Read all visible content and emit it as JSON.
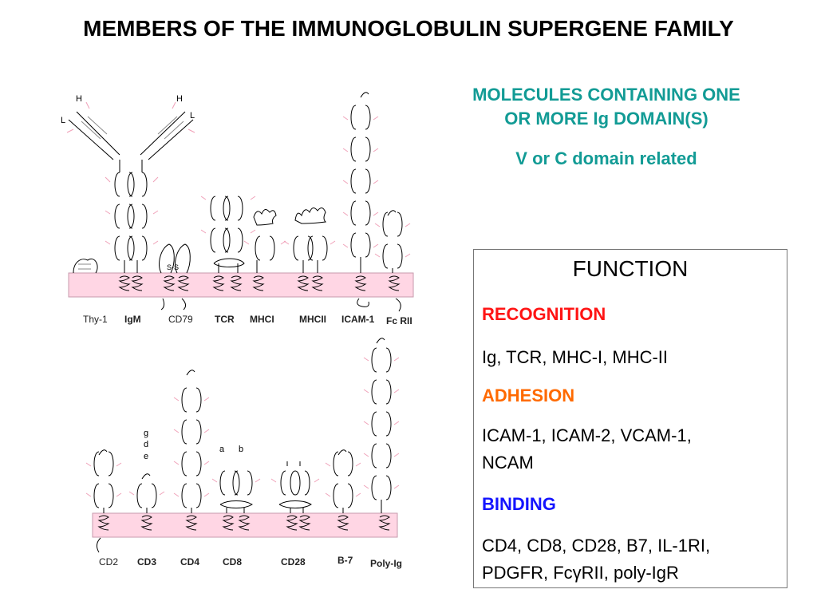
{
  "title": "MEMBERS OF THE IMMUNOGLOBULIN SUPERGENE FAMILY",
  "subtitle": {
    "line1": "MOLECULES CONTAINING ONE",
    "line2": "OR MORE Ig DOMAIN(S)",
    "line3": "V or C domain related"
  },
  "function_box": {
    "heading": "FUNCTION",
    "recognition_label": "RECOGNITION",
    "recognition_items": "Ig, TCR, MHC-I, MHC-II",
    "adhesion_label": "ADHESION",
    "adhesion_items_1": "ICAM-1, ICAM-2, VCAM-1,",
    "adhesion_items_2": "NCAM",
    "binding_label": "BINDING",
    "binding_items_1": "CD4, CD8, CD28, B7, IL-1RI,",
    "binding_items_2": "PDGFR, FcγRII, poly-IgR"
  },
  "top_row_labels": {
    "thy1": "Thy-1",
    "igm": "IgM",
    "cd79": "CD79",
    "tcr": "TCR",
    "mhci": "MHCI",
    "mhcii": "MHCII",
    "icam1": "ICAM-1",
    "fcrii": "Fc  RII"
  },
  "bottom_row_labels": {
    "cd2": "CD2",
    "cd3": "CD3",
    "cd4": "CD4",
    "cd8": "CD8",
    "cd28": "CD28",
    "b7": "B-7",
    "polyig": "Poly-Ig"
  },
  "diagram_annotations": {
    "h_left": "H",
    "l_left": "L",
    "h_right": "H",
    "l_right": "L",
    "disulfide": "S-S",
    "sulfur": "S",
    "cd3_g": "g",
    "cd3_d": "d",
    "cd3_e": "e",
    "cd8_a": "a",
    "cd8_b": "b"
  },
  "colors": {
    "membrane_fill": "#ffd6e4",
    "teal": "#129b95",
    "red": "#ff1414",
    "orange": "#ff6a00",
    "blue": "#1414ff"
  }
}
